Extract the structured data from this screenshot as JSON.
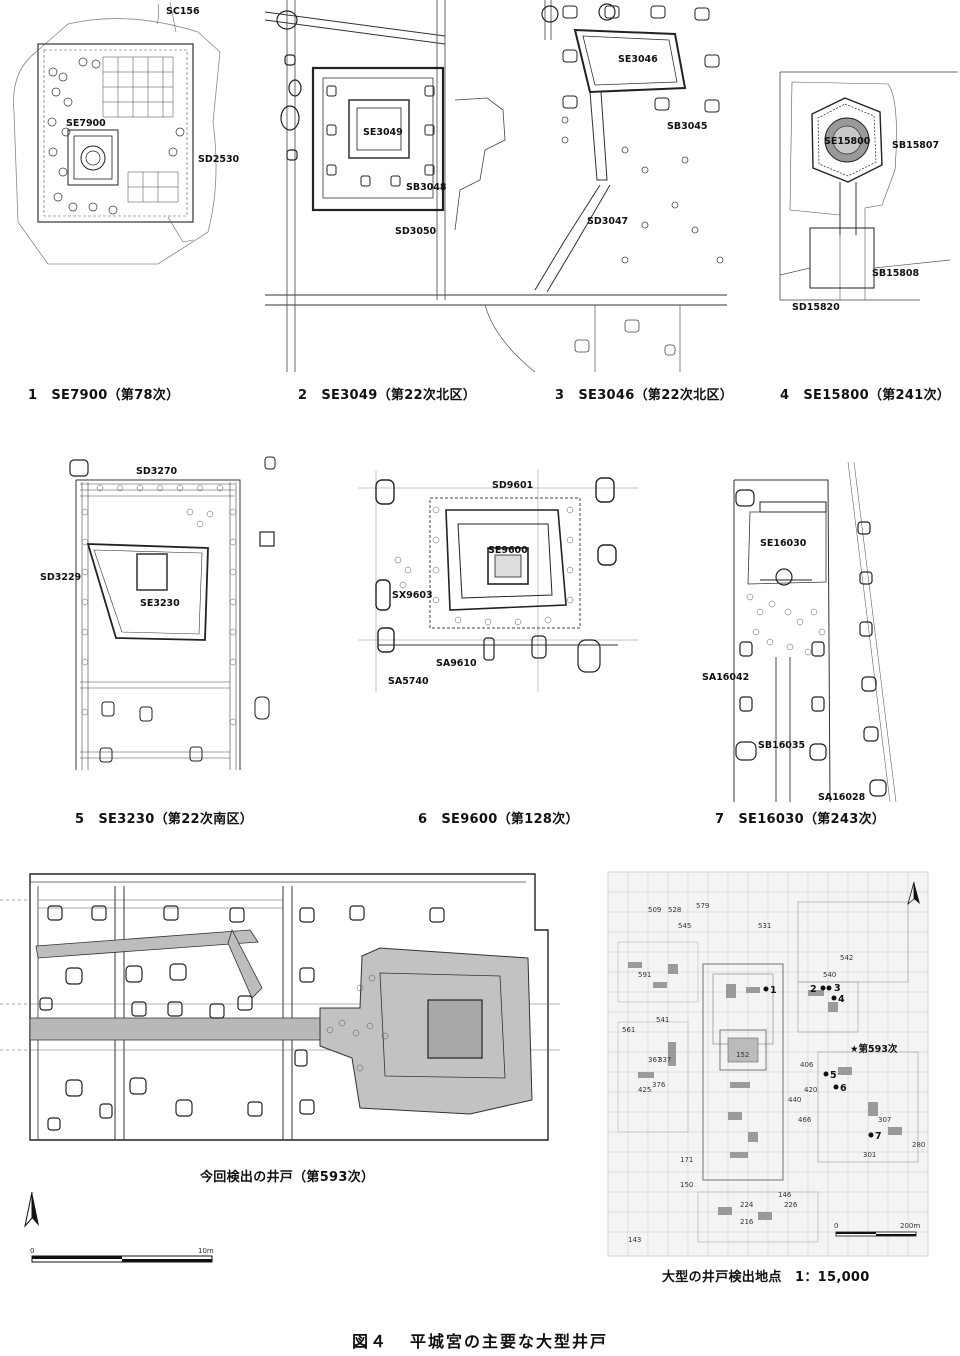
{
  "plans": [
    {
      "num": "1",
      "code": "SE7900",
      "note": "（第78次）",
      "labels": [
        "SC156",
        "SE7900",
        "SD2530"
      ]
    },
    {
      "num": "2",
      "code": "SE3049",
      "note": "（第22次北区）",
      "labels": [
        "SE3049",
        "SB3048",
        "SD3050"
      ]
    },
    {
      "num": "3",
      "code": "SE3046",
      "note": "（第22次北区）",
      "labels": [
        "SE3046",
        "SB3045",
        "SD3047"
      ]
    },
    {
      "num": "4",
      "code": "SE15800",
      "note": "（第241次）",
      "labels": [
        "SE15800",
        "SB15807",
        "SB15808",
        "SD15820"
      ]
    },
    {
      "num": "5",
      "code": "SE3230",
      "note": "（第22次南区）",
      "labels": [
        "SD3270",
        "SD3229",
        "SE3230"
      ]
    },
    {
      "num": "6",
      "code": "SE9600",
      "note": "（第128次）",
      "labels": [
        "SD9601",
        "SE9600",
        "SX9603",
        "SA9610",
        "SA5740"
      ]
    },
    {
      "num": "7",
      "code": "SE16030",
      "note": "（第243次）",
      "labels": [
        "SE16030",
        "SA16042",
        "SB16035",
        "SA16028"
      ]
    }
  ],
  "current_well": {
    "caption": "今回検出の井戸（第593次）",
    "scale_start": "0",
    "scale_end": "10m"
  },
  "location_map": {
    "caption": "大型の井戸検出地点　1：15,000",
    "star_label": "★第593次",
    "points": [
      "1",
      "2",
      "3",
      "4",
      "5",
      "6",
      "7"
    ],
    "scale_start": "0",
    "scale_end": "200m",
    "area_numbers": [
      "509",
      "528",
      "579",
      "531",
      "545",
      "542",
      "540",
      "591",
      "561",
      "541",
      "337",
      "425",
      "367",
      "376",
      "152",
      "406",
      "466",
      "420",
      "440",
      "307",
      "301",
      "280",
      "171",
      "150",
      "146",
      "224",
      "226",
      "216",
      "143"
    ]
  },
  "figure": {
    "num": "図４",
    "title": "平城宮の主要な大型井戸"
  }
}
